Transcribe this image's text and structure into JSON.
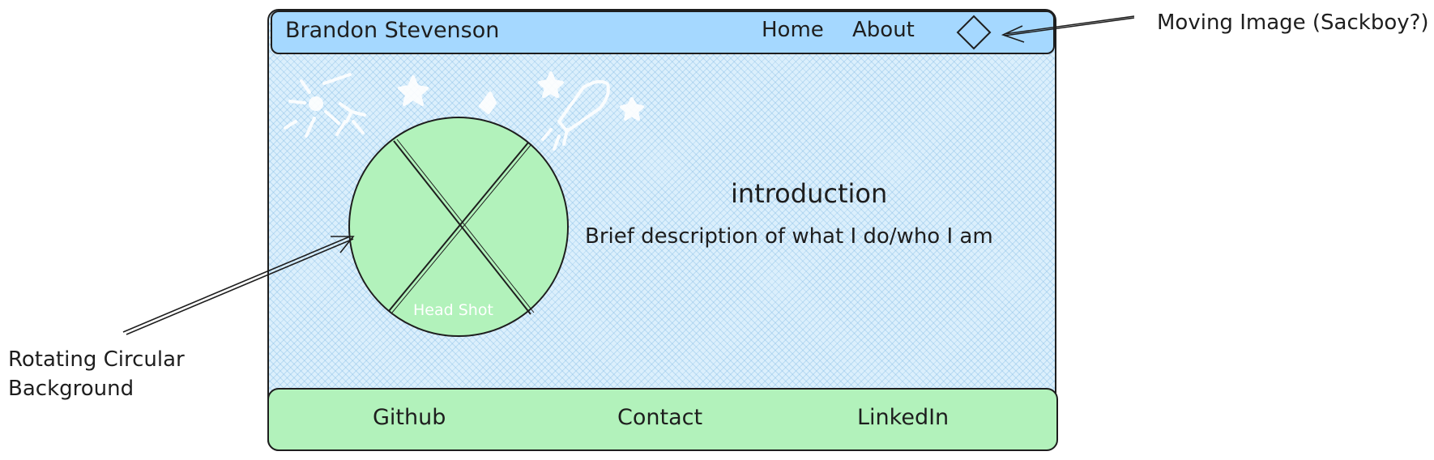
{
  "header": {
    "brand": "Brandon Stevenson",
    "nav": [
      {
        "label": "Home"
      },
      {
        "label": "About"
      }
    ]
  },
  "hero": {
    "headshot_label": "Head Shot",
    "intro_title": "introduction",
    "intro_description": "Brief description of what I do/who I am"
  },
  "footer": {
    "links": [
      {
        "label": "Github"
      },
      {
        "label": "Contact"
      },
      {
        "label": "LinkedIn"
      }
    ]
  },
  "annotations": {
    "moving_image": "Moving Image (Sackboy?)",
    "rotating_background_line1": "Rotating Circular",
    "rotating_background_line2": "Background"
  },
  "colors": {
    "stroke": "#1e1e1e",
    "page_fill": "#dbeffc",
    "header_fill": "#a5d8ff",
    "green_fill": "#b2f2bb"
  }
}
